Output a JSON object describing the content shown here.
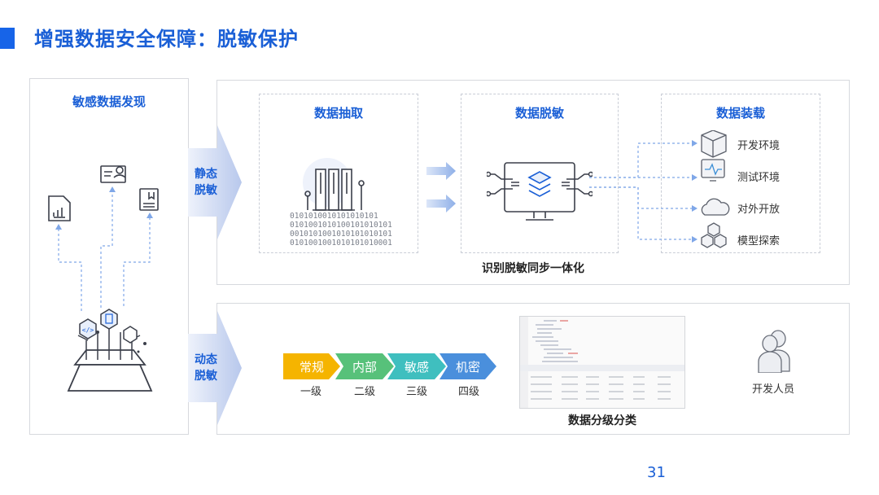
{
  "title": "增强数据安全保障：脱敏保护",
  "discovery": {
    "heading": "敏感数据发现"
  },
  "static": {
    "label": "静态脱敏",
    "extract_heading": "数据抽取",
    "mask_heading": "数据脱敏",
    "load_heading": "数据装载",
    "caption": "识别脱敏同步一体化",
    "binary_lines": [
      "0101010010101010101",
      "0101001010100101010101",
      "0010101001010101010101",
      "0101001001010101010001"
    ],
    "targets": [
      {
        "label": "开发环境",
        "icon": "server-rack-icon"
      },
      {
        "label": "测试环境",
        "icon": "monitor-pulse-icon"
      },
      {
        "label": "对外开放",
        "icon": "cloud-icon"
      },
      {
        "label": "模型探索",
        "icon": "cubes-icon"
      }
    ]
  },
  "dynamic": {
    "label": "动态脱敏",
    "levels": [
      {
        "name": "常规",
        "grade": "一级",
        "color": "#f5b400"
      },
      {
        "name": "内部",
        "grade": "二级",
        "color": "#57c17a"
      },
      {
        "name": "敏感",
        "grade": "三级",
        "color": "#3fbfbf"
      },
      {
        "name": "机密",
        "grade": "四级",
        "color": "#4a8fdc"
      }
    ],
    "caption": "数据分级分类",
    "user_label": "开发人员"
  },
  "page_number": "31",
  "colors": {
    "accent": "#1a5fd6",
    "icon_stroke": "#3b3f4a",
    "dashed": "#7fa7e8"
  }
}
